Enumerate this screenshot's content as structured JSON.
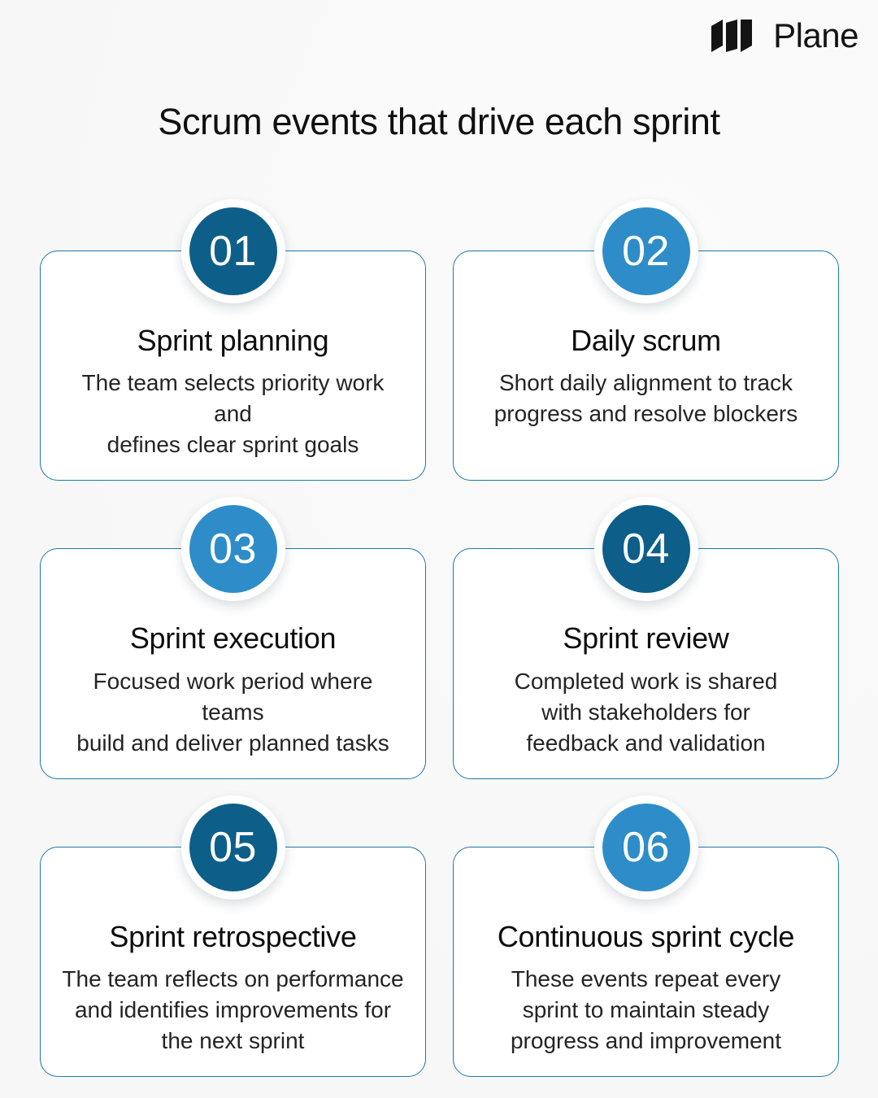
{
  "brand": {
    "name": "Plane",
    "logo_icon": "plane-logo-icon"
  },
  "header": {
    "title": "Scrum events that drive each sprint"
  },
  "colors": {
    "background": "#f8f8f8",
    "card_background": "#ffffff",
    "card_border": "#1b7ba5",
    "badge_dark": "#0e5e8a",
    "badge_light": "#2e8dc8",
    "title_text": "#101010",
    "body_text": "#242424",
    "badge_text": "#ffffff"
  },
  "cards": [
    {
      "number": "01",
      "title": "Sprint planning",
      "desc": "The team selects priority work and\ndefines clear sprint goals",
      "badge_color": "#0e5e8a",
      "badge_tone": "dark"
    },
    {
      "number": "02",
      "title": "Daily scrum",
      "desc": "Short daily alignment to track\nprogress and resolve blockers",
      "badge_color": "#2e8dc8",
      "badge_tone": "light"
    },
    {
      "number": "03",
      "title": "Sprint execution",
      "desc": "Focused work period where teams\nbuild and deliver planned tasks",
      "badge_color": "#2e8dc8",
      "badge_tone": "light"
    },
    {
      "number": "04",
      "title": "Sprint review",
      "desc": "Completed work is shared\nwith stakeholders for\nfeedback and validation",
      "badge_color": "#0e5e8a",
      "badge_tone": "dark"
    },
    {
      "number": "05",
      "title": "Sprint retrospective",
      "desc": "The team reflects on performance\nand identifies improvements for\nthe next sprint",
      "badge_color": "#0e5e8a",
      "badge_tone": "dark"
    },
    {
      "number": "06",
      "title": "Continuous sprint cycle",
      "desc": "These events repeat every\nsprint to maintain steady\nprogress and improvement",
      "badge_color": "#2e8dc8",
      "badge_tone": "light"
    }
  ]
}
